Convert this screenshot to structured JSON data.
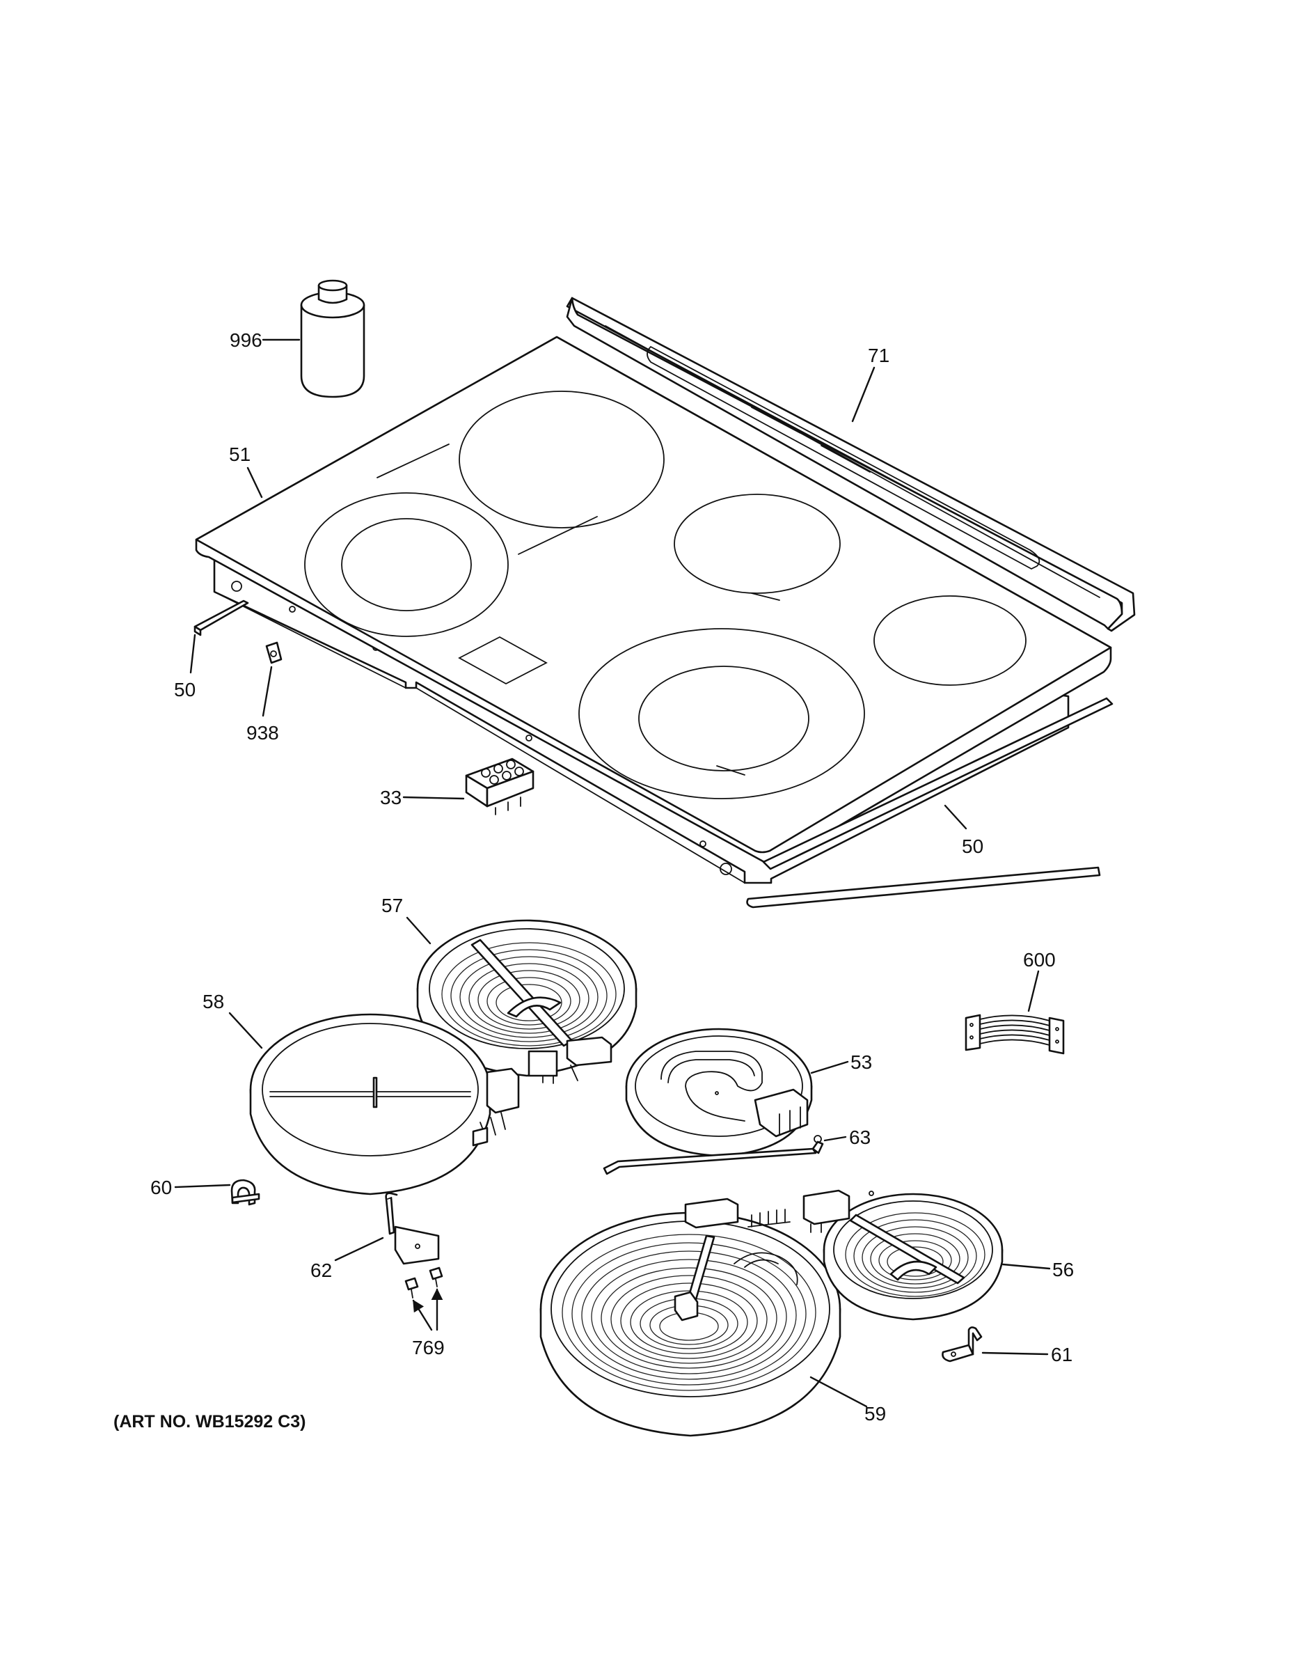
{
  "callouts": {
    "c996": "996",
    "c71": "71",
    "c51": "51",
    "c50a": "50",
    "c938": "938",
    "c33": "33",
    "c50b": "50",
    "c57": "57",
    "c600": "600",
    "c58": "58",
    "c53": "53",
    "c63": "63",
    "c60": "60",
    "c62": "62",
    "c56": "56",
    "c769": "769",
    "c61": "61",
    "c59": "59"
  },
  "art_number": "(ART NO. WB15292 C3)"
}
